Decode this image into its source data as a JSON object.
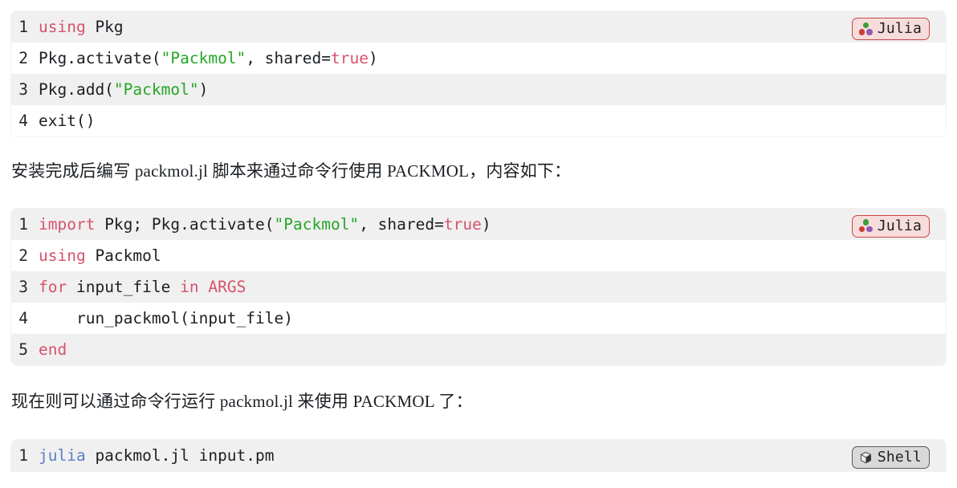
{
  "colors": {
    "keyword": "#d6536d",
    "string": "#25a625",
    "plain": "#1b1f23",
    "command": "#5b7fc7",
    "julia_badge_bg": "#f7dcdc",
    "julia_badge_border": "#c94545",
    "shell_badge_bg": "#d9d9d9",
    "shell_badge_border": "#555a5e",
    "row_stripe": "#f0f0f0",
    "page_bg": "#ffffff"
  },
  "blocks": [
    {
      "language": "Julia",
      "badge_icon": "julia-logo-icon",
      "lines": [
        {
          "number": "1",
          "tokens": [
            {
              "text": "using",
              "type": "keyword"
            },
            {
              "text": " Pkg",
              "type": "plain"
            }
          ]
        },
        {
          "number": "2",
          "tokens": [
            {
              "text": "Pkg.activate(",
              "type": "plain"
            },
            {
              "text": "\"Packmol\"",
              "type": "string"
            },
            {
              "text": ", shared=",
              "type": "plain"
            },
            {
              "text": "true",
              "type": "keyword"
            },
            {
              "text": ")",
              "type": "plain"
            }
          ]
        },
        {
          "number": "3",
          "tokens": [
            {
              "text": "Pkg.add(",
              "type": "plain"
            },
            {
              "text": "\"Packmol\"",
              "type": "string"
            },
            {
              "text": ")",
              "type": "plain"
            }
          ]
        },
        {
          "number": "4",
          "tokens": [
            {
              "text": "exit()",
              "type": "plain"
            }
          ]
        }
      ]
    },
    {
      "language": "Julia",
      "badge_icon": "julia-logo-icon",
      "lines": [
        {
          "number": "1",
          "tokens": [
            {
              "text": "import",
              "type": "keyword"
            },
            {
              "text": " Pkg; Pkg.activate(",
              "type": "plain"
            },
            {
              "text": "\"Packmol\"",
              "type": "string"
            },
            {
              "text": ", shared=",
              "type": "plain"
            },
            {
              "text": "true",
              "type": "keyword"
            },
            {
              "text": ")",
              "type": "plain"
            }
          ]
        },
        {
          "number": "2",
          "tokens": [
            {
              "text": "using",
              "type": "keyword"
            },
            {
              "text": " Packmol",
              "type": "plain"
            }
          ]
        },
        {
          "number": "3",
          "tokens": [
            {
              "text": "for",
              "type": "keyword"
            },
            {
              "text": " input_file ",
              "type": "plain"
            },
            {
              "text": "in ARGS",
              "type": "keyword"
            }
          ]
        },
        {
          "number": "4",
          "tokens": [
            {
              "text": "    run_packmol(input_file)",
              "type": "plain"
            }
          ]
        },
        {
          "number": "5",
          "tokens": [
            {
              "text": "end",
              "type": "keyword"
            }
          ]
        }
      ]
    },
    {
      "language": "Shell",
      "badge_icon": "cube-icon",
      "lines": [
        {
          "number": "1",
          "tokens": [
            {
              "text": "julia",
              "type": "command"
            },
            {
              "text": " packmol.jl input.pm",
              "type": "plain"
            }
          ]
        }
      ]
    }
  ],
  "paragraphs": [
    "安装完成后编写 packmol.jl 脚本来通过命令行使用 PACKMOL，内容如下：",
    "现在则可以通过命令行运行 packmol.jl 来使用 PACKMOL 了："
  ]
}
